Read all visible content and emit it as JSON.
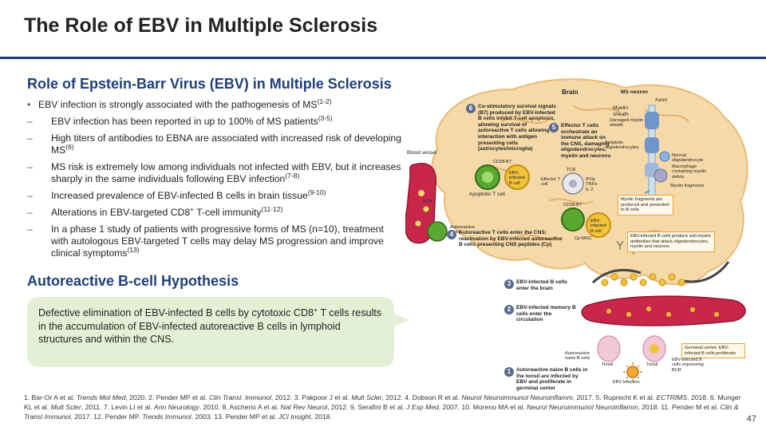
{
  "title": "The Role of EBV in Multiple Sclerosis",
  "section1": {
    "heading": "Role of Epstein-Barr Virus (EBV) in Multiple Sclerosis",
    "bullets": [
      {
        "text": "EBV infection is strongly associated with the pathogenesis of MS",
        "sup": "(1-2)"
      },
      {
        "text": "EBV infection has been reported in up to 100% of MS patients",
        "sup": "(3-5)"
      },
      {
        "text": "High titers of antibodies to EBNA are associated with increased risk of developing MS",
        "sup": "(6)"
      },
      {
        "text": "MS risk is extremely low among individuals not infected with EBV, but it increases sharply in the same individuals following EBV infection",
        "sup": "(7-8)"
      },
      {
        "text": "Increased prevalence of EBV-infected B cells in brain tissue",
        "sup": "(9-10)"
      },
      {
        "text": "Alterations in EBV-targeted CD8",
        "sup_plus": "+",
        "text2": " T-cell immunity",
        "sup": "(11-12)"
      },
      {
        "text": "In a phase 1 study of patients with progressive forms of MS (n=10), treatment with autologous EBV-targeted T cells may delay MS progression and improve clinical symptoms",
        "sup": "(13)"
      }
    ]
  },
  "section2": {
    "heading": "Autoreactive B-cell Hypothesis",
    "callout_a": "Defective elimination of EBV-infected B cells by cytotoxic CD8",
    "callout_plus": "+",
    "callout_b": " T cells results in the accumulation of EBV-infected autoreactive B cells in lymphoid structures and within the CNS."
  },
  "diagram": {
    "brain": "Brain",
    "ms_neuron": "MS neuron",
    "axon": "Axon",
    "myelin_sheath": "Myelin sheath",
    "damaged_myelin": "Damaged myelin sheath",
    "apoptotic_oligo": "Apoptotic oligodendrocytes",
    "normal_oligo": "Normal oligodendrocyte",
    "macrophage": "Macrophage containing myelin debris",
    "myelin_fragments": "Myelin fragments",
    "blood_vessel": "Blood vessel",
    "tcr": "TCR",
    "tcr2": "TCR",
    "autoreactive_tcell": "Autoreactive T cell",
    "apoptotic_tcell": "Apoptotic T cell",
    "cd28_b7": "CD28-B7",
    "cd28_b7_2": "CD28-B7",
    "ebv_b_cell": "EBV-infected B cell",
    "ebv_b_cell2": "EBV-infected B cell",
    "effector_tcell": "Effector T cell",
    "cytokines": "IFNγ TNFα IL-2",
    "cp_mhc": "Cp-MHC",
    "step6": "Co-stimulatory survival signals (B7) produced by EBV-infected B cells inhibit T-cell apoptosis, allowing survival of autoreactive T cells allowing interaction with antigen presenting cells (astrocytes/microglia)",
    "step5": "Effector T cells orchestrate an immune attack on the CNS, damaging oligodendrocytes, myelin and neurons",
    "step4": "Autoreactive T cells enter the CNS; reactivation by EBV-infected autoreactive B cells presenting CNS peptides (Cp)",
    "step3": "EBV-infected B cells enter the brain",
    "step2": "EBV-infected memory B cells enter the circulation",
    "step1": "Autoreactive naive B cells in the tonsil are infected by EBV and proliferate in germinal center",
    "box_myelin": "Myelin fragments are produced and presented to B cells",
    "box_antibodies": "EBV-infected B cells produce anti-myelin antibodies that attack oligodendrocytes, myelin and neurons",
    "box_germinal": "Germinal center: EBV-infected B cells proliferate",
    "autoreactive_naive": "Autoreactive naive B cells",
    "tonsil1": "Tonsil",
    "tonsil2": "Tonsil",
    "ebv_infection": "EBV infection",
    "ebv_bcr": "EBV-infected B cells expressing BCR",
    "n1": "1",
    "n2": "2",
    "n3": "3",
    "n4": "4",
    "n5": "5",
    "n6": "6",
    "colors": {
      "brain": "#f6d9a8",
      "vessel": "#c8274a",
      "bcell": "#f2c33a",
      "tcell": "#5aa832",
      "step_circle": "#5a6b8f"
    }
  },
  "references": [
    {
      "pre": "1. Bar-Or A et al. ",
      "journal": "Trends Mol Med",
      "post": ", 2020. "
    },
    {
      "pre": "2. Pender MP et al. ",
      "journal": "Clin Transl. Immunol",
      "post": ", 2012. "
    },
    {
      "pre": "3. Pakpoor J et al. ",
      "journal": "Mult Scler",
      "post": ", 2012. "
    },
    {
      "pre": "4. Dobson R et al. ",
      "journal": "Neurol Neuroimmunol Neuroinflamm",
      "post": ", 2017. "
    },
    {
      "pre": "5. Ruprecht K et al. ",
      "journal": "ECTRIMS",
      "post": ", 2018. "
    },
    {
      "pre": "6. Munger KL et al. ",
      "journal": "Mult Scler",
      "post": ", 2011. "
    },
    {
      "pre": "7. Levin LI et al. ",
      "journal": "Ann Neurology",
      "post": ", 2010. "
    },
    {
      "pre": "8. Ascherio A et al. ",
      "journal": "Nat Rev Neurol",
      "post": ", 2012. "
    },
    {
      "pre": "9. Serafini B et al. ",
      "journal": "J Exp Med",
      "post": ", 2007. "
    },
    {
      "pre": "10. Moreno MA et al. ",
      "journal": "Neurol Neuroimmunol Neuroinflamm",
      "post": ", 2018. "
    },
    {
      "pre": "11. Pender M et al. ",
      "journal": "Clin & Transl Immunol",
      "post": ", 2017. "
    },
    {
      "pre": "12. Pender MP. ",
      "journal": "Trends Immunol",
      "post": ", 2003. "
    },
    {
      "pre": "13. Pender MP et al. ",
      "journal": "JCI Insight",
      "post": ", 2018."
    }
  ],
  "page_number": "47"
}
